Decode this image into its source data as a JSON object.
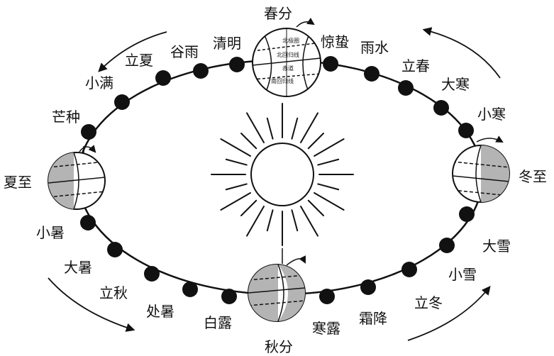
{
  "diagram": {
    "center_label": "",
    "terms": [
      {
        "id": "chunfen",
        "label": "春分"
      },
      {
        "id": "jingzhe",
        "label": "惊蛰"
      },
      {
        "id": "yushui",
        "label": "雨水"
      },
      {
        "id": "lichun",
        "label": "立春"
      },
      {
        "id": "dahan",
        "label": "大寒"
      },
      {
        "id": "xiaohan",
        "label": "小寒"
      },
      {
        "id": "dongzhi",
        "label": "冬至"
      },
      {
        "id": "daxue",
        "label": "大雪"
      },
      {
        "id": "xiaoxue",
        "label": "小雪"
      },
      {
        "id": "lidong",
        "label": "立冬"
      },
      {
        "id": "shuangjiang",
        "label": "霜降"
      },
      {
        "id": "hanlu",
        "label": "寒露"
      },
      {
        "id": "qiufen",
        "label": "秋分"
      },
      {
        "id": "bailu",
        "label": "白露"
      },
      {
        "id": "chushu",
        "label": "处暑"
      },
      {
        "id": "liqiu",
        "label": "立秋"
      },
      {
        "id": "dashu",
        "label": "大暑"
      },
      {
        "id": "xiaoshu",
        "label": "小暑"
      },
      {
        "id": "xiazhi",
        "label": "夏至"
      },
      {
        "id": "mangzhong",
        "label": "芒种"
      },
      {
        "id": "xiaoman",
        "label": "小满"
      },
      {
        "id": "lixia",
        "label": "立夏"
      },
      {
        "id": "guyu",
        "label": "谷雨"
      },
      {
        "id": "qingming",
        "label": "清明"
      }
    ],
    "globe_notes": [
      "北极圈",
      "北回归线",
      "赤道",
      "南回归线"
    ],
    "colors": {
      "orbit": "#111111",
      "dot": "#111111",
      "night_shade": "#b4b4b4",
      "sun_fill": "#ffffff",
      "sun_stroke": "#111111"
    }
  }
}
